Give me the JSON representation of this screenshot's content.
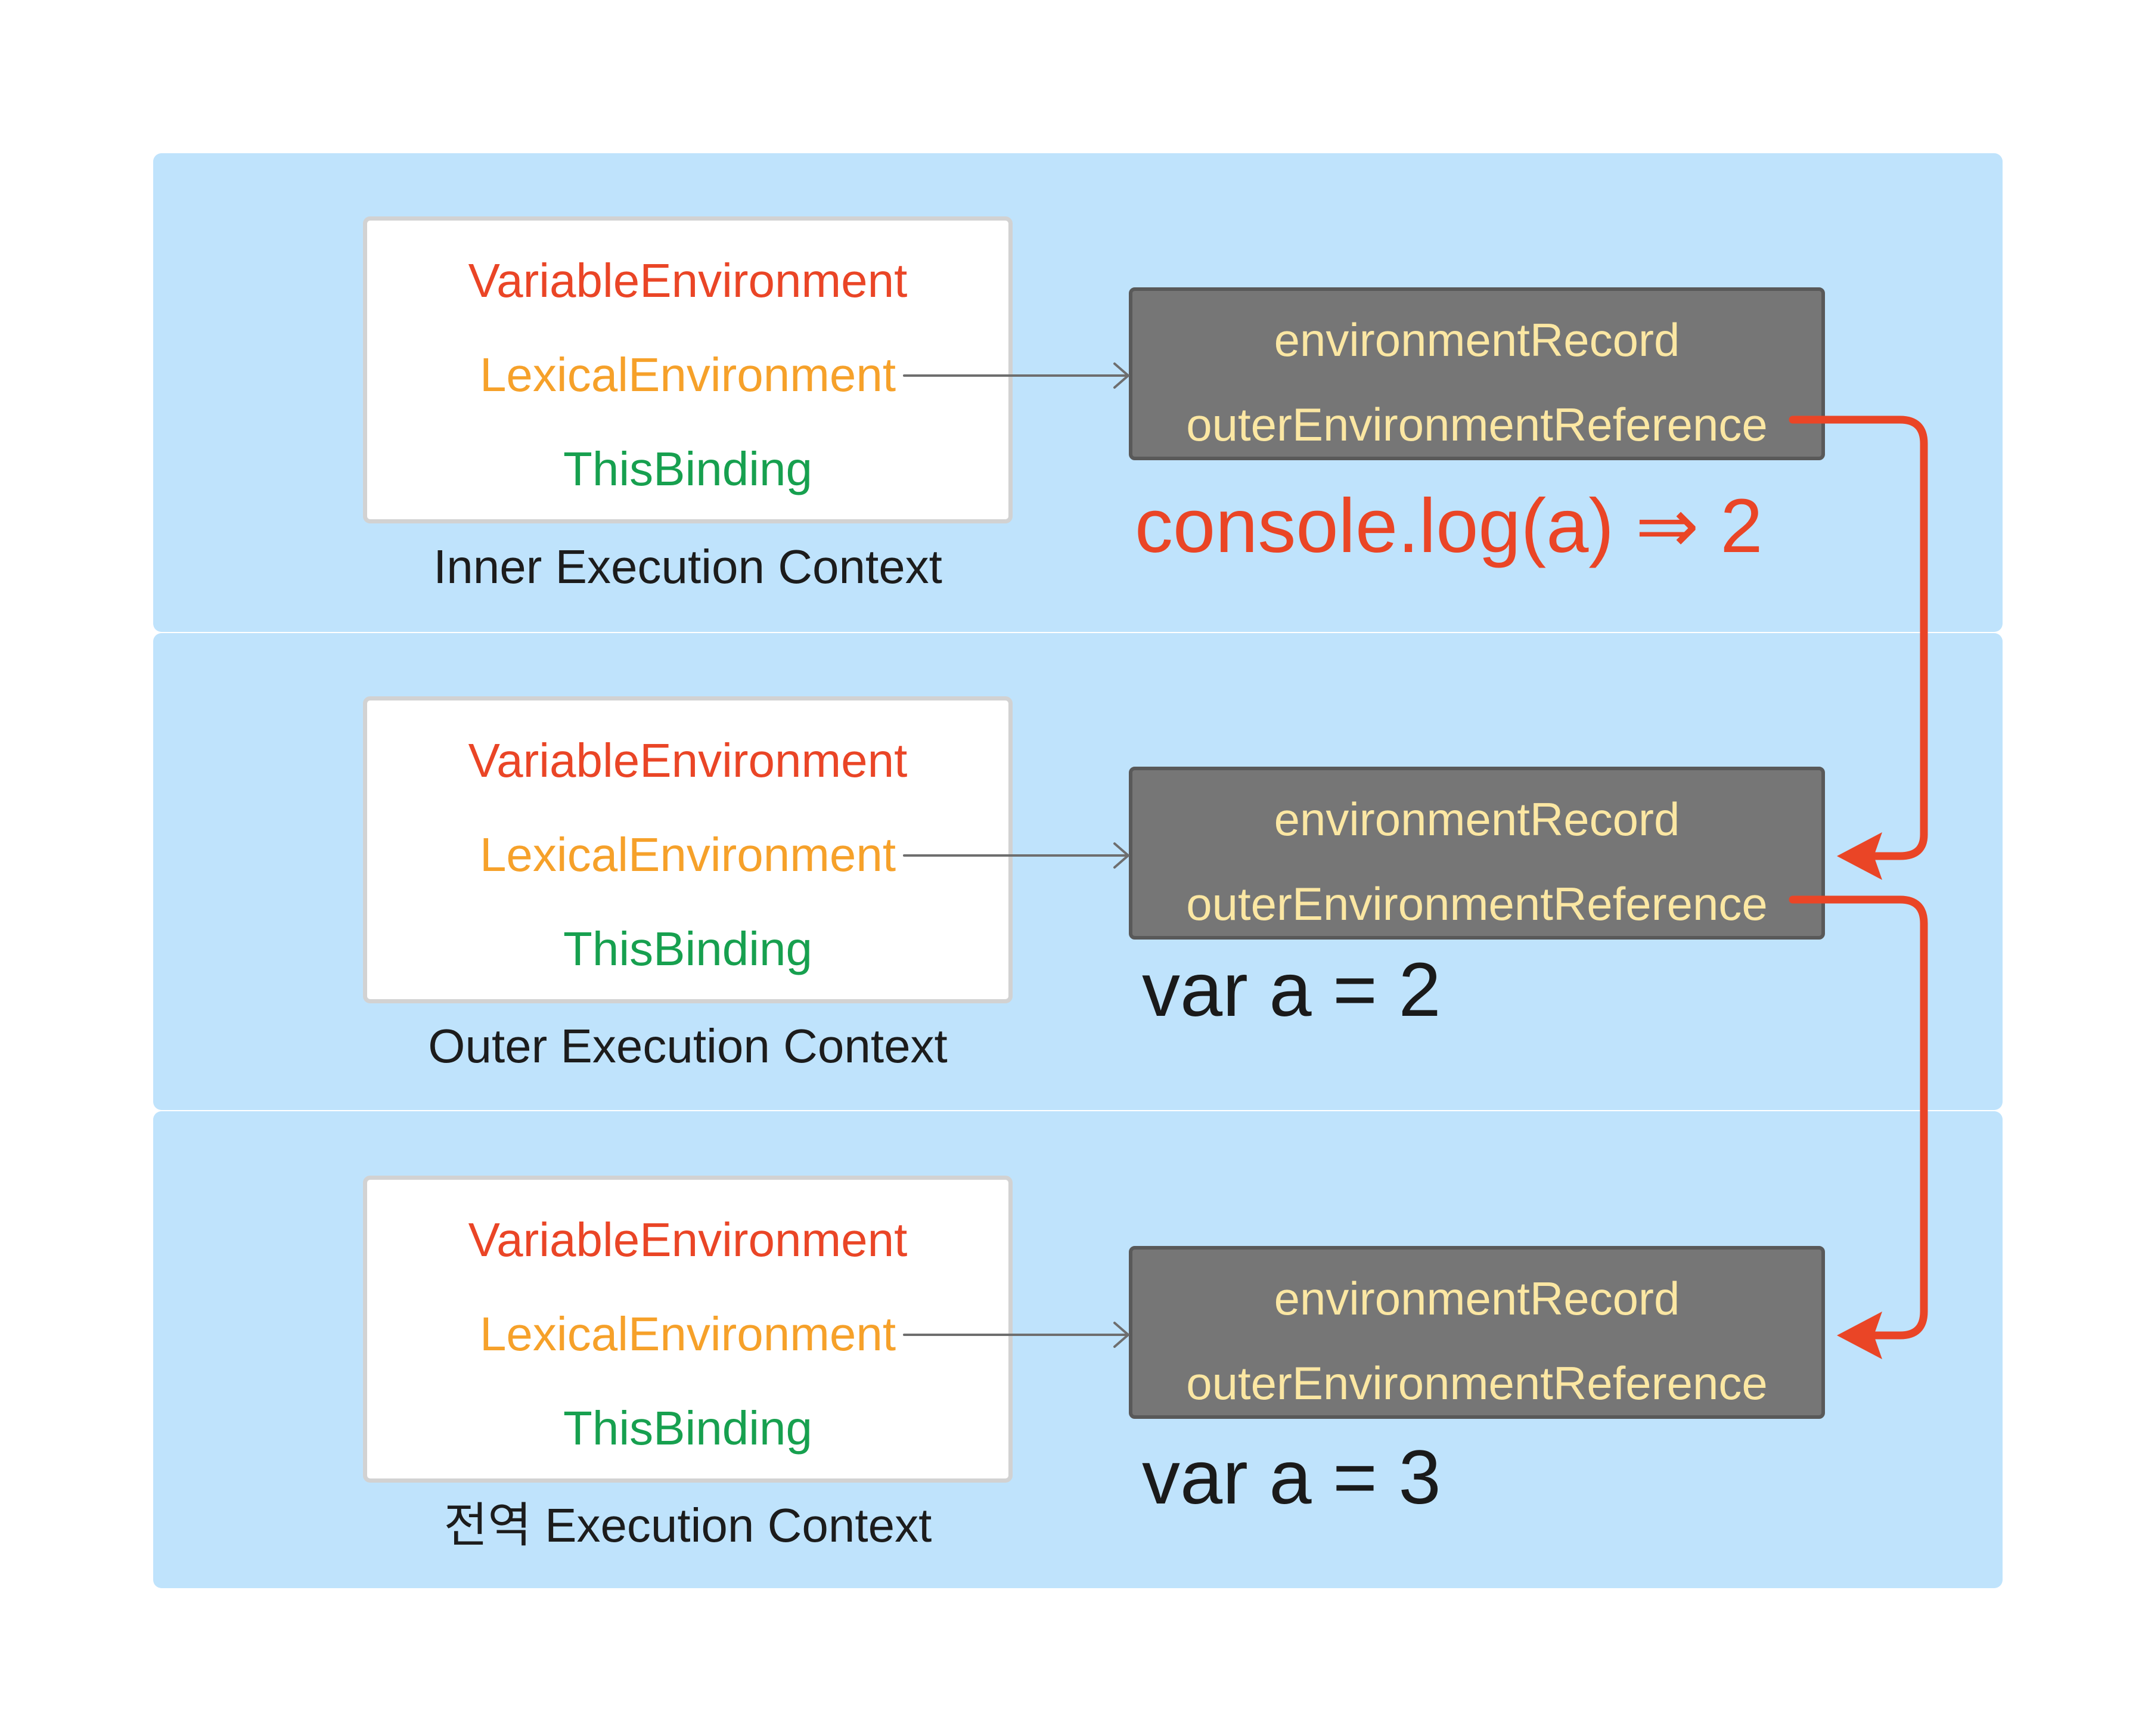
{
  "colors": {
    "panel_background": "#bfe3fc",
    "variable_environment": "#ea4526",
    "lexical_environment": "#f6a12a",
    "this_binding": "#17a04f",
    "environment_box": "#767676",
    "environment_text": "#fbe7a3",
    "scope_chain_arrow": "#ea4526",
    "link_arrow": "#6e6e6e"
  },
  "contexts": [
    {
      "caption": "Inner Execution Context",
      "fields": {
        "variable_environment": "VariableEnvironment",
        "lexical_environment": "LexicalEnvironment",
        "this_binding": "ThisBinding"
      },
      "environment": {
        "record": "environmentRecord",
        "outer_reference": "outerEnvironmentReference"
      },
      "code_note": "console.log(a) ⇒ 2"
    },
    {
      "caption": "Outer Execution Context",
      "fields": {
        "variable_environment": "VariableEnvironment",
        "lexical_environment": "LexicalEnvironment",
        "this_binding": "ThisBinding"
      },
      "environment": {
        "record": "environmentRecord",
        "outer_reference": "outerEnvironmentReference"
      },
      "code_note": "var a = 2"
    },
    {
      "caption": "전역 Execution Context",
      "fields": {
        "variable_environment": "VariableEnvironment",
        "lexical_environment": "LexicalEnvironment",
        "this_binding": "ThisBinding"
      },
      "environment": {
        "record": "environmentRecord",
        "outer_reference": "outerEnvironmentReference"
      },
      "code_note": "var a = 3"
    }
  ]
}
